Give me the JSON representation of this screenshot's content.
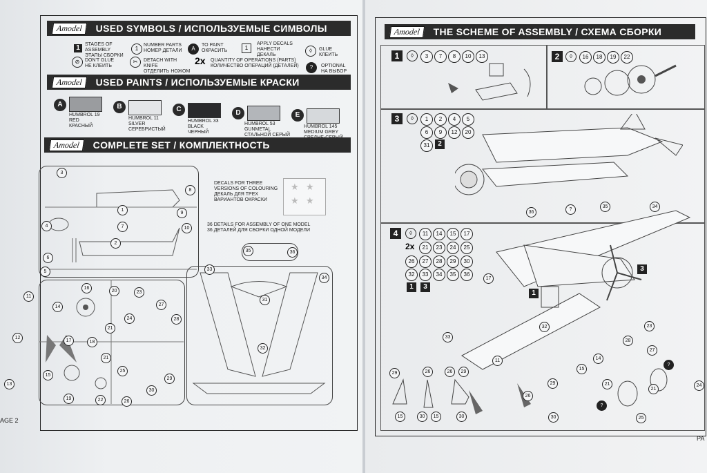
{
  "left_page": {
    "symbols_title": "USED SYMBOLS / ИСПОЛЬЗУЕМЫЕ СИМВОЛЫ",
    "logo": "Amodel",
    "symbols": [
      {
        "icon": "1",
        "text_en": "STAGES OF ASSEMBLY",
        "text_ru": "ЭТАПЫ СБОРКИ"
      },
      {
        "icon": "1",
        "text_en": "NUMBER PARTS",
        "text_ru": "НОМЕР ДЕТАЛИ"
      },
      {
        "icon": "A",
        "text_en": "TO PAINT",
        "text_ru": "ОКРАСИТЬ"
      },
      {
        "icon": "1",
        "text_en": "APPLY DECALS",
        "text_ru": "НАНЕСТИ ДЕКАЛЬ"
      },
      {
        "icon": "glue",
        "text_en": "GLUE",
        "text_ru": "КЛЕИТЬ"
      },
      {
        "icon": "noglue",
        "text_en": "DON'T GLUE",
        "text_ru": "НЕ КЛЕИТЬ"
      },
      {
        "icon": "knife",
        "text_en": "DETACH WITH KNIFE",
        "text_ru": "ОТДЕЛИТЬ НОЖОМ"
      },
      {
        "icon": "2x",
        "text_en": "QUANTITY OF OPERATIONS (PARTS)",
        "text_ru": "КОЛИЧЕСТВО ОПЕРАЦИЙ (ДЕТАЛЕЙ)"
      },
      {
        "icon": "?",
        "text_en": "OPTIONAL",
        "text_ru": "НА ВЫБОР"
      }
    ],
    "paints_title": "USED PAINTS / ИСПОЛЬЗУЕМЫЕ КРАСКИ",
    "paints": [
      {
        "letter": "A",
        "name": "HUMBROL 19",
        "en": "RED",
        "ru": "КРАСНЫЙ",
        "color": "#9a9c9f"
      },
      {
        "letter": "B",
        "name": "HUMBROL 11",
        "en": "SILVER",
        "ru": "СЕРЕБРИСТЫЙ",
        "color": "#e4e6e8"
      },
      {
        "letter": "C",
        "name": "HUMBROL 33",
        "en": "BLACK",
        "ru": "ЧЕРНЫЙ",
        "color": "#2a2a2c"
      },
      {
        "letter": "D",
        "name": "HUMBROL 53",
        "en": "GUNMETAL",
        "ru": "СТАЛЬНОЙ СЕРЫЙ",
        "color": "#b3b6ba"
      },
      {
        "letter": "E",
        "name": "HUMBROL 145",
        "en": "MEDIUM GREY",
        "ru": "СРЕДНЕ-СЕРЫЙ",
        "color": "#d6d9dc"
      }
    ],
    "set_title": "COMPLETE SET / КОМПЛЕКТНОСТЬ",
    "decal_note": [
      "DECALS FOR THREE",
      "VERSIONS OF COLOURING",
      "ДЕКАЛЬ ДЛЯ ТРЕХ",
      "ВАРИАНТОВ ОКРАСКИ"
    ],
    "details_note": [
      "36 DETAILS FOR ASSEMBLY OF ONE MODEL",
      "36 ДЕТАЛЕЙ ДЛЯ СБОРКИ ОДНОЙ МОДЕЛИ"
    ],
    "page_label": "AGE 2"
  },
  "right_page": {
    "title": "THE SCHEME OF ASSEMBLY / СХЕМА СБОРКИ",
    "logo": "Amodel",
    "steps": [
      {
        "no": "1",
        "parts": [
          "3",
          "7",
          "8",
          "10",
          "13"
        ]
      },
      {
        "no": "2",
        "parts": [
          "16",
          "18",
          "19",
          "22"
        ]
      },
      {
        "no": "3",
        "parts": [
          "1",
          "2",
          "4",
          "5",
          "6",
          "9",
          "12",
          "20",
          "31"
        ],
        "decal": "2"
      },
      {
        "no": "4",
        "parts": [
          "11",
          "14",
          "15",
          "17",
          "21",
          "23",
          "24",
          "25",
          "26",
          "27",
          "28",
          "29",
          "30",
          "32",
          "33",
          "34",
          "35",
          "36"
        ],
        "qty": "2x",
        "decals": [
          "1",
          "3"
        ]
      }
    ],
    "page_label": "PA"
  }
}
